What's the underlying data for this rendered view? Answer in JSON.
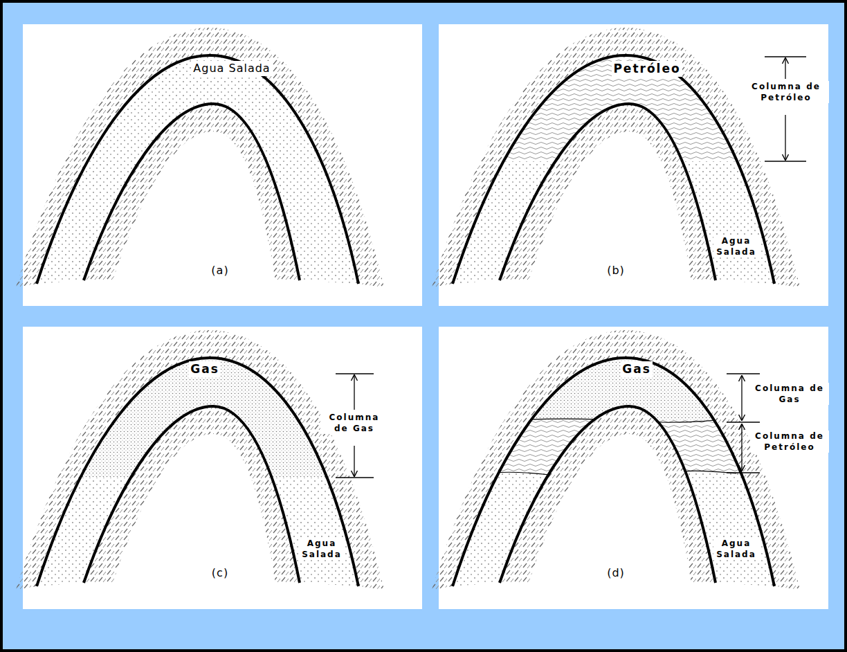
{
  "diagram": {
    "labels": [
      "Agua Salada",
      "(a)",
      "Petróleo",
      "Columna de Petróleo",
      "Agua Salada",
      "(b)",
      "Gas",
      "Columna de Gas",
      "Agua Salada",
      "(c)",
      "Gas",
      "Columna de Gas",
      "Columna de Petróleo",
      "Agua Salada",
      "(d)"
    ]
  }
}
